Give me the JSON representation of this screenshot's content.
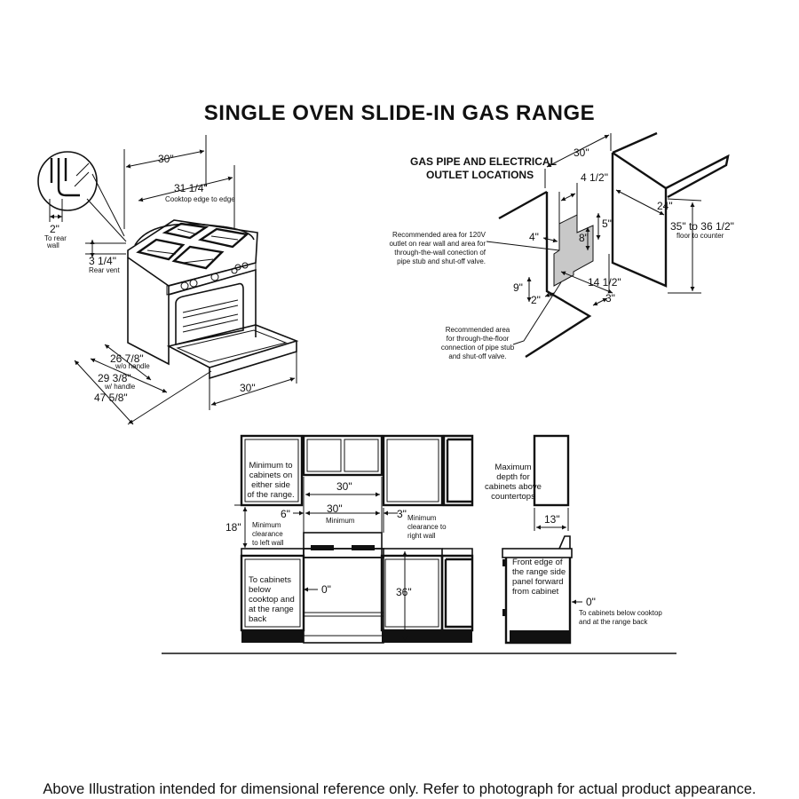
{
  "title": "SINGLE OVEN SLIDE-IN GAS RANGE",
  "footer": "Above Illustration intended for dimensional reference only. Refer to photograph for actual product appearance.",
  "range_view": {
    "width": "30\"",
    "cooktop_width": "31 1/4\"",
    "cooktop_width_note": "Cooktop edge to edge",
    "rear_wall": "2\"",
    "rear_wall_note1": "To rear",
    "rear_wall_note2": "wall",
    "rear_vent": "3 1/4\"",
    "rear_vent_note": "Rear vent",
    "depth_wo_handle": "26 7/8\"",
    "depth_wo_handle_note": "w/o handle",
    "depth_w_handle": "29 3/8\"",
    "depth_w_handle_note": "w/ handle",
    "depth_door_open": "47 5/8\"",
    "door_width": "30\""
  },
  "gas_pipe_view": {
    "heading1": "GAS PIPE AND ELECTRICAL",
    "heading2": "OUTLET LOCATIONS",
    "width": "30\"",
    "d_4_1_2": "4 1/2\"",
    "d_24": "24\"",
    "d_5": "5\"",
    "d_8": "8\"",
    "d_4": "4\"",
    "d_9": "9\"",
    "d_2": "2\"",
    "d_14_1_2": "14 1/2\"",
    "d_3": "3\"",
    "counter_height": "35\" to 36 1/2\"",
    "counter_height_note": "floor to counter",
    "note_wall": [
      "Recommended area for 120V",
      "outlet on rear wall and area for",
      "through-the-wall conection of",
      "pipe stub and shut-off valve."
    ],
    "note_floor": [
      "Recommended area",
      "for through-the-floor",
      "connection of pipe stub",
      "and shut-off valve."
    ]
  },
  "cabinet_view": {
    "note_side_cab": [
      "Minimum to",
      "cabinets on",
      "either side",
      "of the range."
    ],
    "width_top": "30\"",
    "width_min": "30\"",
    "width_min_note": "Minimum",
    "d_6": "6\"",
    "d_3": "3\"",
    "left_wall_note": [
      "Minimum",
      "clearance",
      "to left wall"
    ],
    "right_wall_note": [
      "Minimum",
      "clearance to",
      "right wall"
    ],
    "height_18": "18\"",
    "d_0": "0\"",
    "below_note": [
      "To cabinets",
      "below",
      "cooktop and",
      "at the range",
      "back"
    ],
    "height_36": "36\""
  },
  "side_view": {
    "max_depth_note": [
      "Maximum",
      "depth for",
      "cabinets above",
      "countertops"
    ],
    "d_13": "13\"",
    "front_edge_note": [
      "Front edge of",
      "the range side",
      "panel forward",
      "from cabinet"
    ],
    "d_0": "0\"",
    "below_note": [
      "To cabinets below cooktop",
      "and at the range back"
    ]
  }
}
